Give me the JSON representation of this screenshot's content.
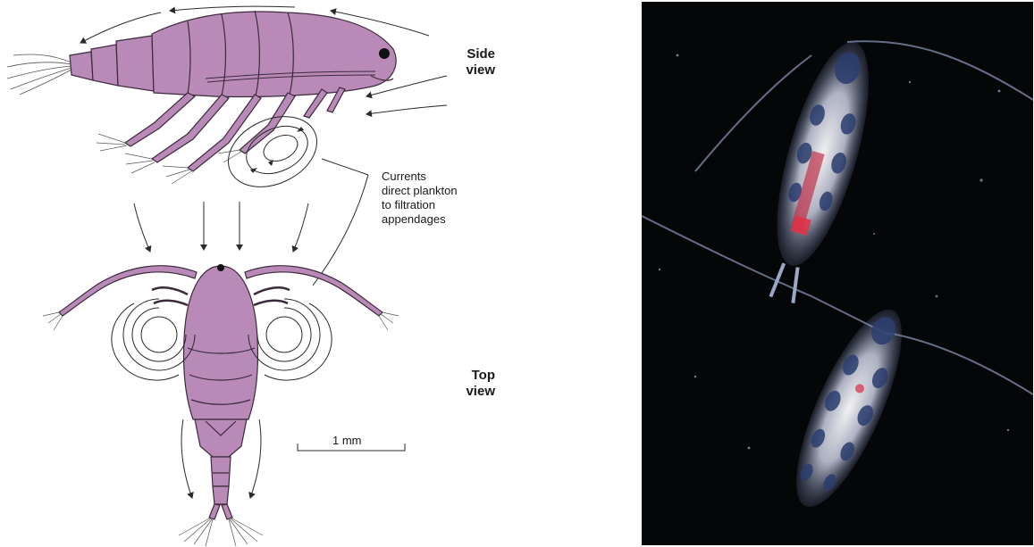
{
  "diagram": {
    "side_view_label": "Side\nview",
    "top_view_label": "Top\nview",
    "caption": "Currents\ndirect plankton\nto filtration\nappendages",
    "scale_bar_label": "1 mm",
    "colors": {
      "body": "#b98ab8",
      "outline": "#3c2a3c",
      "arrow": "#2a2a2a"
    }
  },
  "photo": {
    "subject": "copepod-photograph",
    "background": "#050607"
  }
}
